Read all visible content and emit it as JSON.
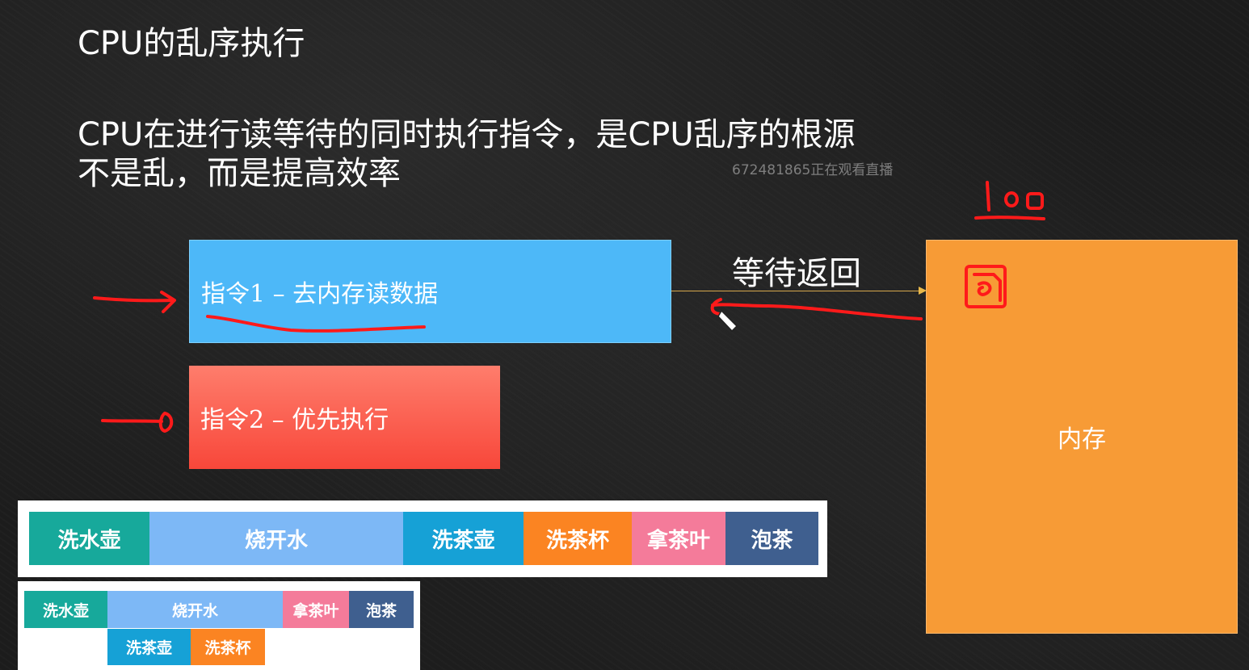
{
  "slide": {
    "title": "CPU的乱序执行",
    "subtitle_line1": "CPU在进行读等待的同时执行指令，是CPU乱序的根源",
    "subtitle_line2": "不是乱，而是提高效率",
    "watermark": "672481865正在观看直播"
  },
  "diagram": {
    "instruction1": "指令1 – 去内存读数据",
    "instruction2": "指令2 – 优先执行",
    "memory_label": "内存",
    "wait_label": "等待返回",
    "handwritten_note": "100"
  },
  "timeline_sequential": {
    "steps": [
      {
        "label": "洗水壶",
        "color": "#17a99b"
      },
      {
        "label": "烧开水",
        "color": "#7db8f6"
      },
      {
        "label": "洗茶壶",
        "color": "#16a1d6"
      },
      {
        "label": "洗茶杯",
        "color": "#fb8422"
      },
      {
        "label": "拿茶叶",
        "color": "#f47b9a"
      },
      {
        "label": "泡茶",
        "color": "#3f5f8f"
      }
    ]
  },
  "timeline_parallel": {
    "top_row": [
      {
        "label": "洗水壶",
        "color": "#17a99b"
      },
      {
        "label": "烧开水",
        "color": "#7db8f6"
      },
      {
        "label": "拿茶叶",
        "color": "#f47b9a"
      },
      {
        "label": "泡茶",
        "color": "#3f5f8f"
      }
    ],
    "bottom_row": [
      {
        "label": "洗茶壶",
        "color": "#16a1d6"
      },
      {
        "label": "洗茶杯",
        "color": "#fb8422"
      }
    ]
  },
  "colors": {
    "instruction1_bg": "#4db8f8",
    "instruction2_bg": "#f8473a",
    "memory_bg": "#f79b36",
    "annotation_red": "#ff1a1a"
  }
}
